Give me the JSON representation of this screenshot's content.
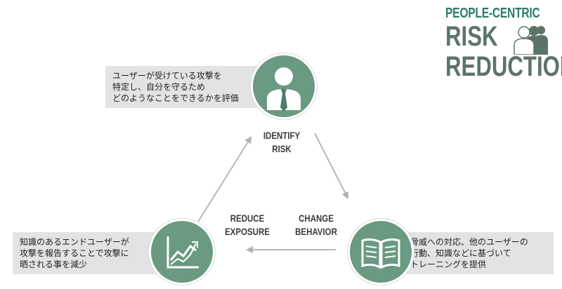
{
  "logo": {
    "line1": "PEOPLE-CENTRIC",
    "line2": "RISK",
    "line3": "REDUCTION"
  },
  "nodes": {
    "identify": {
      "label_line1": "IDENTIFY",
      "label_line2": "RISK",
      "desc_line1": "ユーザーが受けている攻撃を",
      "desc_line2": "特定し、自分を守るため",
      "desc_line3": "どのようなことをできるかを評価"
    },
    "change": {
      "label_line1": "CHANGE",
      "label_line2": "BEHAVIOR",
      "desc_line1": "脅威への対応、他のユーザーの",
      "desc_line2": "行動、知識などに基づいて",
      "desc_line3": "トレーニングを提供"
    },
    "reduce": {
      "label_line1": "REDUCE",
      "label_line2": "EXPOSURE",
      "desc_line1": "知識のあるエンドユーザーが",
      "desc_line2": "攻撃を報告することで攻撃に",
      "desc_line3": "晒される事を減少"
    }
  },
  "icons": {
    "identify": "person-with-tie-icon",
    "change": "open-book-icon",
    "reduce": "trend-chart-icon",
    "logo": "people-group-icon"
  },
  "colors": {
    "accent": "#6a9a81",
    "logo_dark": "#5c7468",
    "logo_teal": "#2e7a68",
    "box_bg": "#e3e3e3",
    "arrow": "#b0b0b0"
  }
}
